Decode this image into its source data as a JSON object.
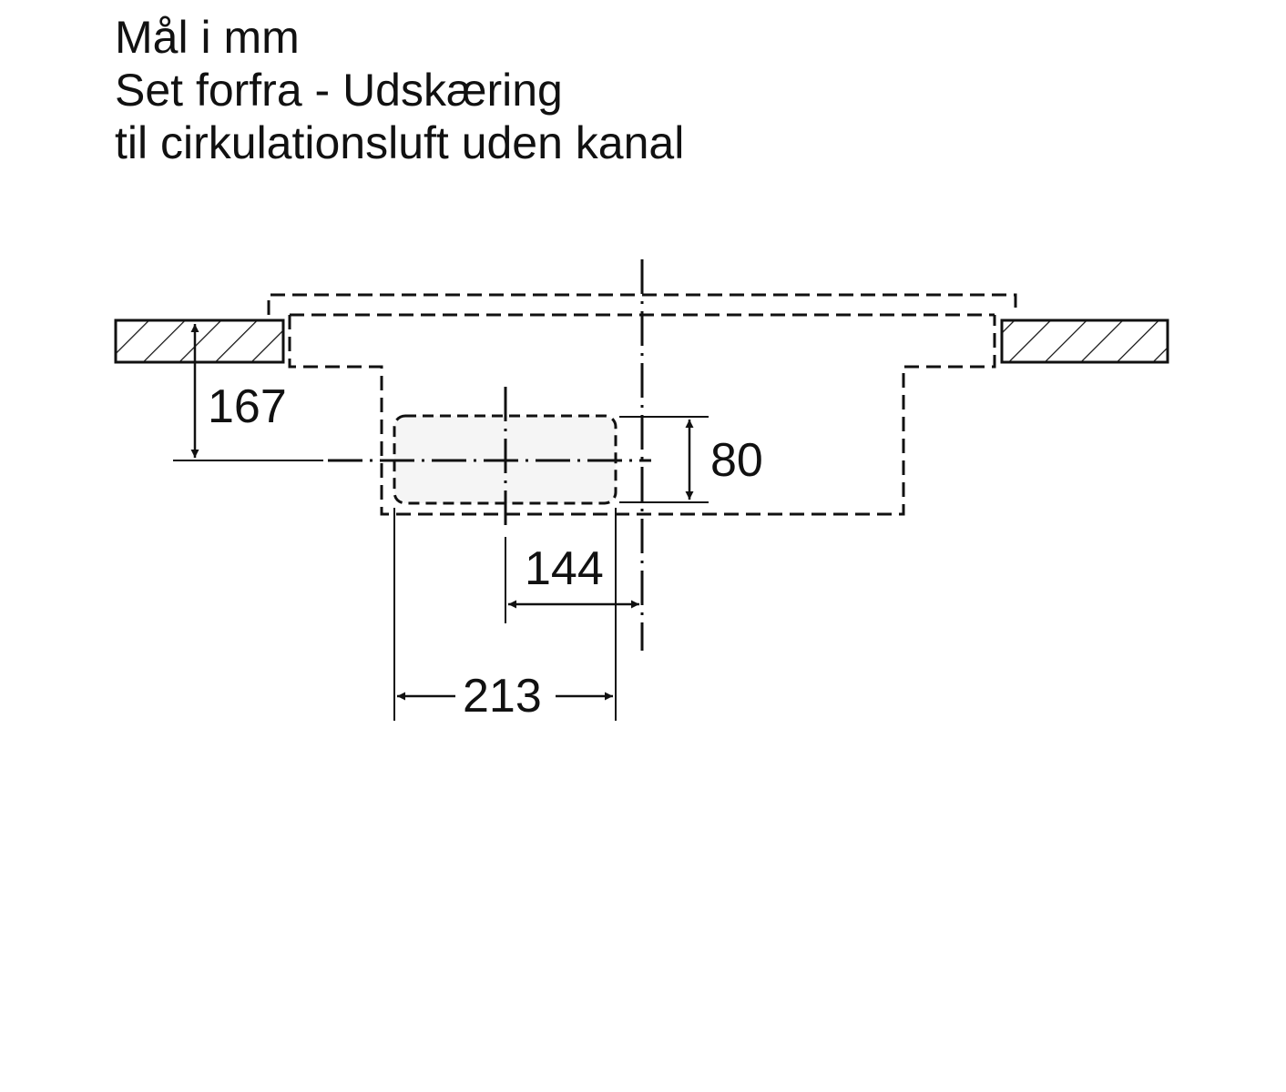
{
  "title": {
    "line1": "Mål i mm",
    "line2": "Set forfra - Udskæring",
    "line3": "til cirkulationsluft uden kanal"
  },
  "dimensions": {
    "depth": "167",
    "height": "80",
    "offset": "144",
    "width": "213"
  },
  "colors": {
    "ink": "#111111",
    "cutout_fill": "#f5f5f5"
  }
}
